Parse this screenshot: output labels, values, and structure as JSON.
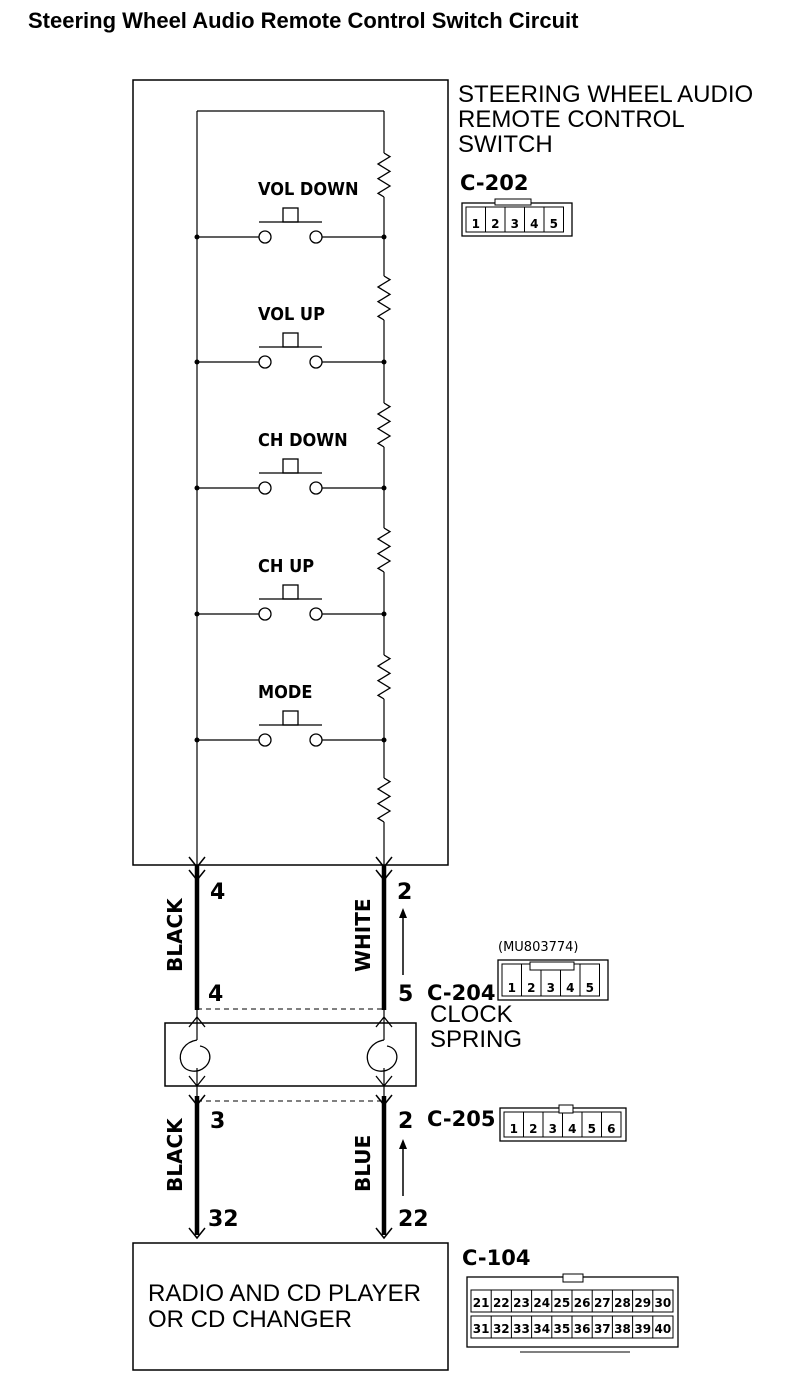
{
  "title": "Steering Wheel Audio Remote Control Switch Circuit",
  "switch_unit": {
    "label_lines": [
      "STEERING WHEEL AUDIO",
      "REMOTE CONTROL",
      "SWITCH"
    ],
    "connector": "C-202",
    "connector_pins": [
      "1",
      "2",
      "3",
      "4",
      "5"
    ],
    "switches": [
      "VOL DOWN",
      "VOL UP",
      "CH DOWN",
      "CH UP",
      "MODE"
    ]
  },
  "upper_wires": {
    "left": {
      "color": "BLACK",
      "pin_top": "4",
      "pin_bottom": "4"
    },
    "right": {
      "color": "WHITE",
      "pin_top": "2",
      "pin_bottom": "5"
    }
  },
  "clock_spring": {
    "connector": "C-204",
    "part_number": "(MU803774)",
    "label_lines": [
      "CLOCK",
      "SPRING"
    ],
    "connector_pins": [
      "1",
      "2",
      "3",
      "4",
      "5"
    ]
  },
  "c205": {
    "connector": "C-205",
    "connector_pins": [
      "1",
      "2",
      "3",
      "4",
      "5",
      "6"
    ]
  },
  "lower_wires": {
    "left": {
      "color": "BLACK",
      "pin_top": "3",
      "pin_bottom": "32"
    },
    "right": {
      "color": "BLUE",
      "pin_top": "2",
      "pin_bottom": "22"
    }
  },
  "radio": {
    "label_lines": [
      "RADIO AND CD PLAYER",
      "OR CD CHANGER"
    ],
    "connector": "C-104",
    "pins_row1": [
      "21",
      "22",
      "23",
      "24",
      "25",
      "26",
      "27",
      "28",
      "29",
      "30"
    ],
    "pins_row2": [
      "31",
      "32",
      "33",
      "34",
      "35",
      "36",
      "37",
      "38",
      "39",
      "40"
    ]
  }
}
